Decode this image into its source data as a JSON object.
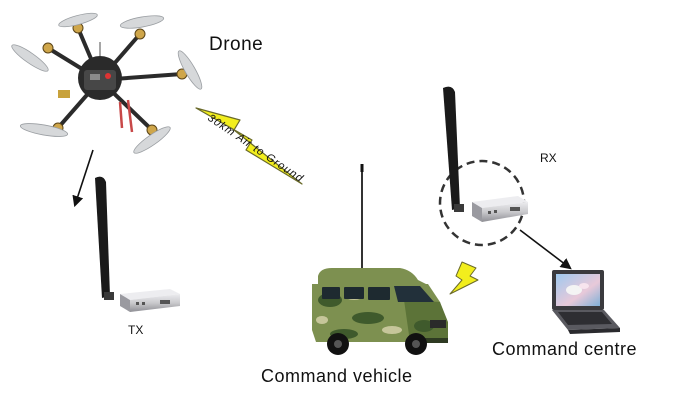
{
  "labels": {
    "drone": "Drone",
    "link": "30km Air to Ground",
    "tx": "TX",
    "rx": "RX",
    "command_vehicle": "Command vehicle",
    "command_centre": "Command centre"
  },
  "icons": {
    "drone": "hexacopter-drone-icon",
    "transmitter": "tx-module-with-antenna-icon",
    "receiver": "rx-module-with-antenna-icon",
    "vehicle": "camouflage-van-icon",
    "laptop": "laptop-icon",
    "signal": "lightning-bolt-icon"
  },
  "colors": {
    "lightning_fill": "#f2ee1d",
    "lightning_stroke": "#6a6a2a",
    "camouflage_dark": "#3f5a2c",
    "camouflage_mid": "#7d9050",
    "camouflage_light": "#c6c69a",
    "module_silver": "#c9c9cc",
    "antenna_black": "#1a1a1a"
  }
}
